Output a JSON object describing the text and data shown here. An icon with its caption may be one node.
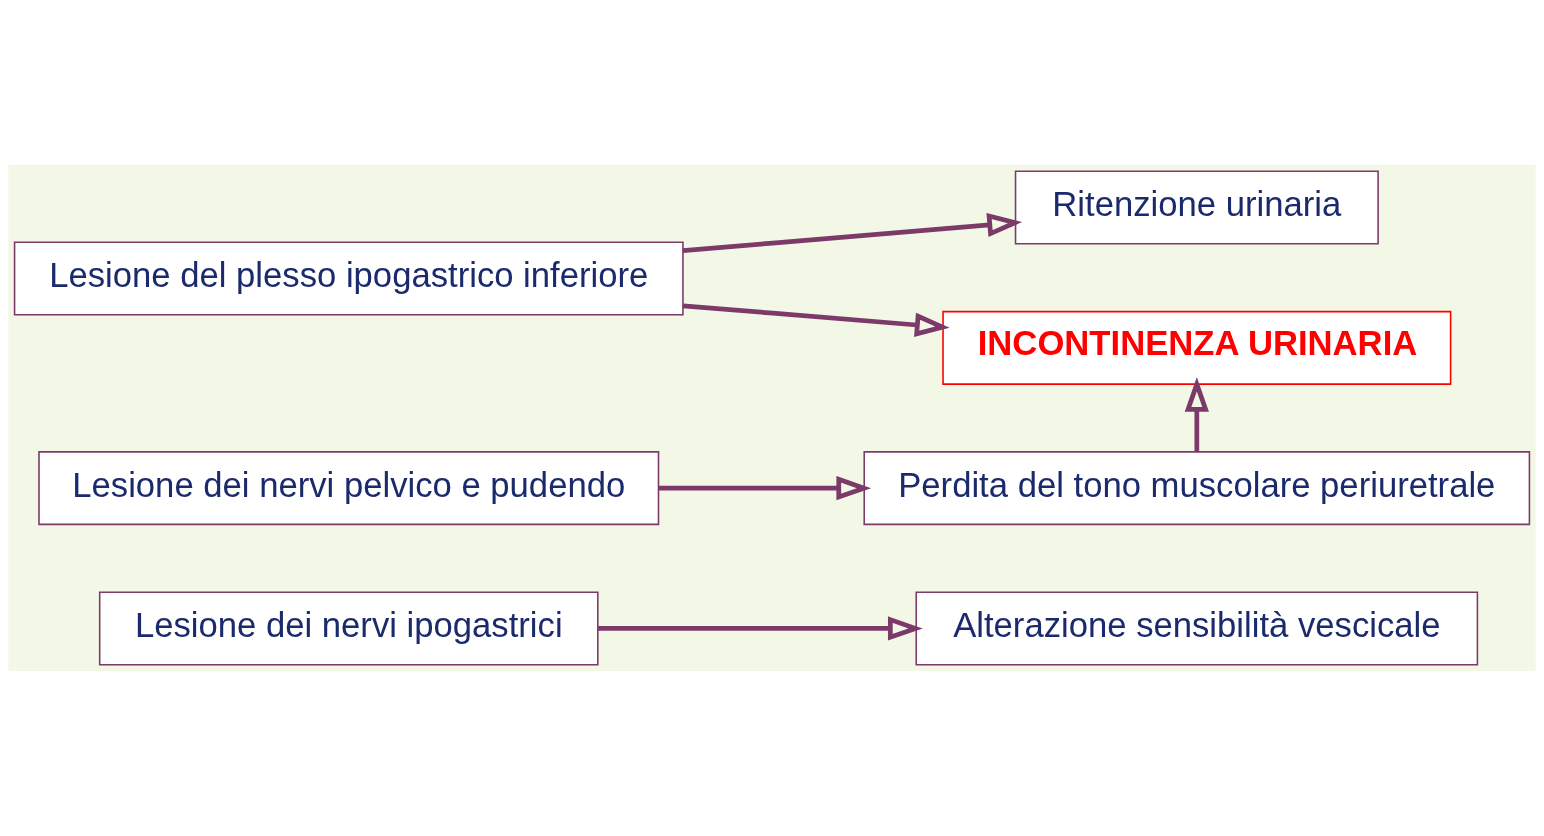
{
  "diagram": {
    "nodes": [
      {
        "text": [
          "Lesione dei nervi ipogastrici"
        ]
      },
      {
        "text": [
          "Alterazione sensibilità vescicale"
        ]
      },
      {
        "text": [
          "Ritenzione urinaria"
        ]
      },
      {
        "text": [
          "Lesione del plesso ipogastrico inferiore"
        ]
      },
      {
        "text": [
          "INCONTINENZA URINARIA"
        ]
      },
      {
        "text": [
          "Lesione dei nervi pelvico e pudendo"
        ]
      },
      {
        "text": [
          "Perdita del tono muscolare periuretrale"
        ]
      }
    ],
    "edges": [
      {
        "from": 0,
        "to": 1,
        "arrow": "to"
      },
      {
        "from": 3,
        "to": 2,
        "arrow": "to"
      },
      {
        "from": 3,
        "to": 4,
        "arrow": "to"
      },
      {
        "from": 5,
        "to": 6,
        "arrow": "to"
      },
      {
        "from": 6,
        "to": 4,
        "arrow": "to"
      }
    ]
  }
}
